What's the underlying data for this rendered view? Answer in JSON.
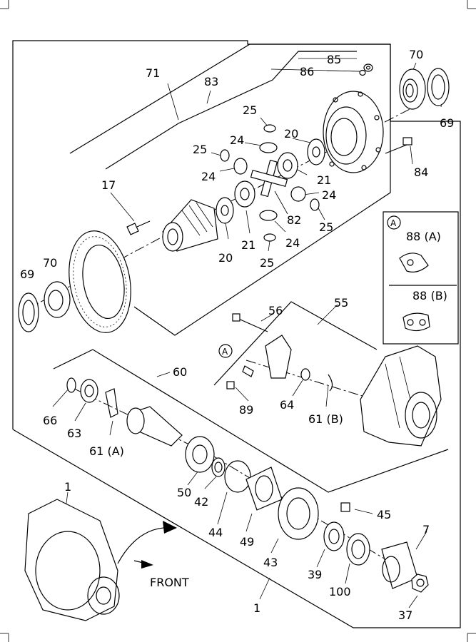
{
  "diagram": {
    "parts": {
      "p71": "71",
      "p83": "83",
      "p85": "85",
      "p86": "86",
      "p70_top": "70",
      "p69_top": "69",
      "p25_a": "25",
      "p24_a": "24",
      "p20_a": "20",
      "p25_b": "25",
      "p24_b": "24",
      "p21_a": "21",
      "p84": "84",
      "p17": "17",
      "p24_c": "24",
      "p82": "82",
      "p25_c": "25",
      "p20_b": "20",
      "p21_b": "21",
      "p24_d": "24",
      "p25_d": "25",
      "p69_left": "69",
      "p70_left": "70",
      "p56": "56",
      "p55": "55",
      "p60": "60",
      "p66": "66",
      "p63": "63",
      "p61a": "61 (A)",
      "p89": "89",
      "p64": "64",
      "p61b": "61 (B)",
      "p50": "50",
      "p42": "42",
      "p44": "44",
      "p49": "49",
      "p43": "43",
      "p45": "45",
      "p7": "7",
      "p39": "39",
      "p100": "100",
      "p37": "37",
      "p1_top": "1",
      "p1_bottom": "1"
    },
    "inset": {
      "marker": "A",
      "label_a": "88 (A)",
      "label_b": "88 (B)"
    },
    "callout_marker": "A",
    "front_label": "FRONT"
  }
}
